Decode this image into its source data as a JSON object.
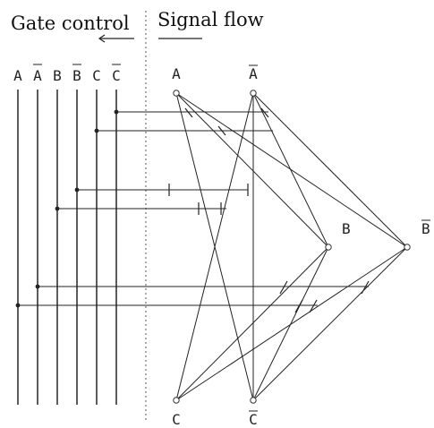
{
  "header": {
    "gate_control_title": "Gate control",
    "signal_flow_title": "Signal flow"
  },
  "gate_buses": [
    {
      "label": "A",
      "inverted": false
    },
    {
      "label": "A",
      "inverted": true
    },
    {
      "label": "B",
      "inverted": false
    },
    {
      "label": "B",
      "inverted": true
    },
    {
      "label": "C",
      "inverted": false
    },
    {
      "label": "C",
      "inverted": true
    }
  ],
  "signal_nodes": [
    {
      "id": "A",
      "label": "A",
      "inverted": false
    },
    {
      "id": "Abar",
      "label": "A",
      "inverted": true
    },
    {
      "id": "B",
      "label": "B",
      "inverted": false
    },
    {
      "id": "Bbar",
      "label": "B",
      "inverted": true
    },
    {
      "id": "C",
      "label": "C",
      "inverted": false
    },
    {
      "id": "Cbar",
      "label": "C",
      "inverted": true
    }
  ],
  "signal_edges": [
    [
      "A",
      "Cbar"
    ],
    [
      "A",
      "B"
    ],
    [
      "A",
      "Bbar"
    ],
    [
      "Abar",
      "C"
    ],
    [
      "Abar",
      "Cbar"
    ],
    [
      "Abar",
      "B"
    ],
    [
      "Abar",
      "Bbar"
    ],
    [
      "C",
      "B"
    ],
    [
      "C",
      "Bbar"
    ],
    [
      "Cbar",
      "B"
    ],
    [
      "Cbar",
      "Bbar"
    ]
  ]
}
